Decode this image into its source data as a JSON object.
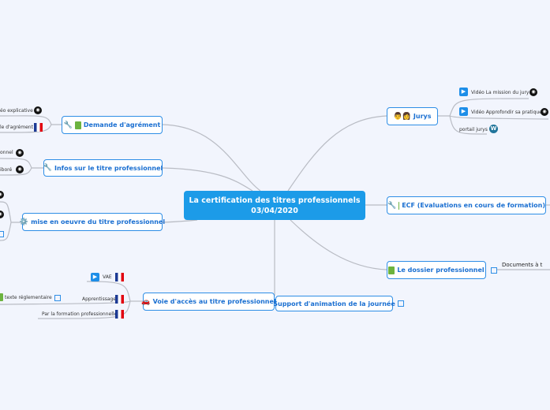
{
  "central": {
    "line1": "La certification des titres professionnels",
    "line2": "03/04/2020"
  },
  "branches": {
    "demande": {
      "label": "Demande d'agrément",
      "icons": [
        "wrench-icon",
        "book-icon"
      ],
      "leaves": [
        {
          "label": "éo explicative",
          "icon": "video-disc-icon"
        },
        {
          "label": "le d'agrément",
          "icon": "french-flag-icon"
        }
      ]
    },
    "infos": {
      "label": "Infos sur le titre professionnel",
      "icons": [
        "wrench-icon"
      ],
      "leaves": [
        {
          "label": "onnel",
          "icon": "video-disc-icon"
        },
        {
          "label": "iboré",
          "icon": "video-disc-icon"
        }
      ]
    },
    "mise": {
      "label": "mise en oeuvre du titre professionnel",
      "icons": [
        "gear-icon"
      ]
    },
    "voie": {
      "label": "Voie d'accès au titre professionnel",
      "icons": [
        "car-icon"
      ],
      "leaves": [
        {
          "label": "VAE"
        },
        {
          "label": "Apprentissage"
        },
        {
          "label": "Par la formation professionnelle"
        }
      ],
      "sub_leaf": "texte réglementaire"
    },
    "support": {
      "label": "Support d'animation de la journée"
    },
    "dossier": {
      "label": "Le dossier professionnel",
      "leaf": "Documents à t"
    },
    "ecf": {
      "label": "ECF (Evaluations en cours de formation)"
    },
    "jurys": {
      "label": "Jurys",
      "leaves": [
        {
          "label": "Vidéo La mission du jury"
        },
        {
          "label": "Vidéo Approfondir sa pratique"
        },
        {
          "label": "portail jurys"
        }
      ]
    }
  },
  "colors": {
    "central": "#1c9be8",
    "node_border": "#2e8ee6",
    "node_text": "#1a6fd1",
    "background": "#f2f5fd"
  }
}
